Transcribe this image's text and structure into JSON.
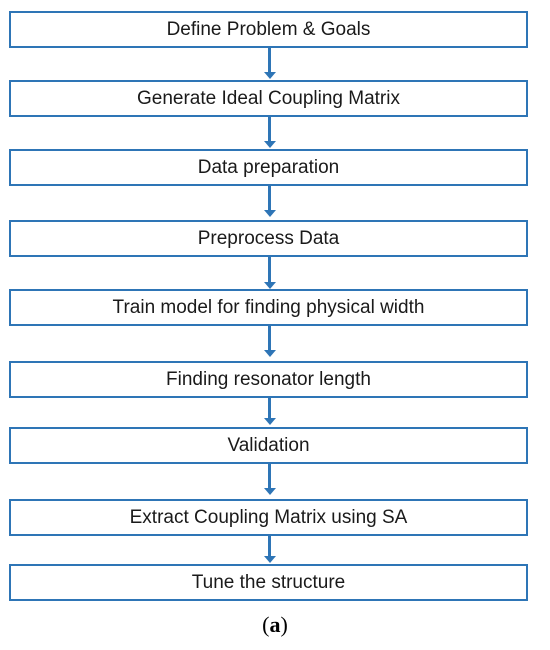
{
  "colors": {
    "accent": "#2E75B6",
    "text": "#1a1a1a",
    "background": "#ffffff"
  },
  "steps": [
    {
      "label": "Define Problem & Goals"
    },
    {
      "label": "Generate Ideal Coupling Matrix"
    },
    {
      "label": "Data preparation"
    },
    {
      "label": "Preprocess Data"
    },
    {
      "label": "Train model for finding physical width"
    },
    {
      "label": "Finding resonator length"
    },
    {
      "label": "Validation"
    },
    {
      "label": "Extract Coupling Matrix using SA"
    },
    {
      "label": "Tune the structure"
    }
  ],
  "caption": {
    "open": "(",
    "letter": "a",
    "close": ")"
  }
}
